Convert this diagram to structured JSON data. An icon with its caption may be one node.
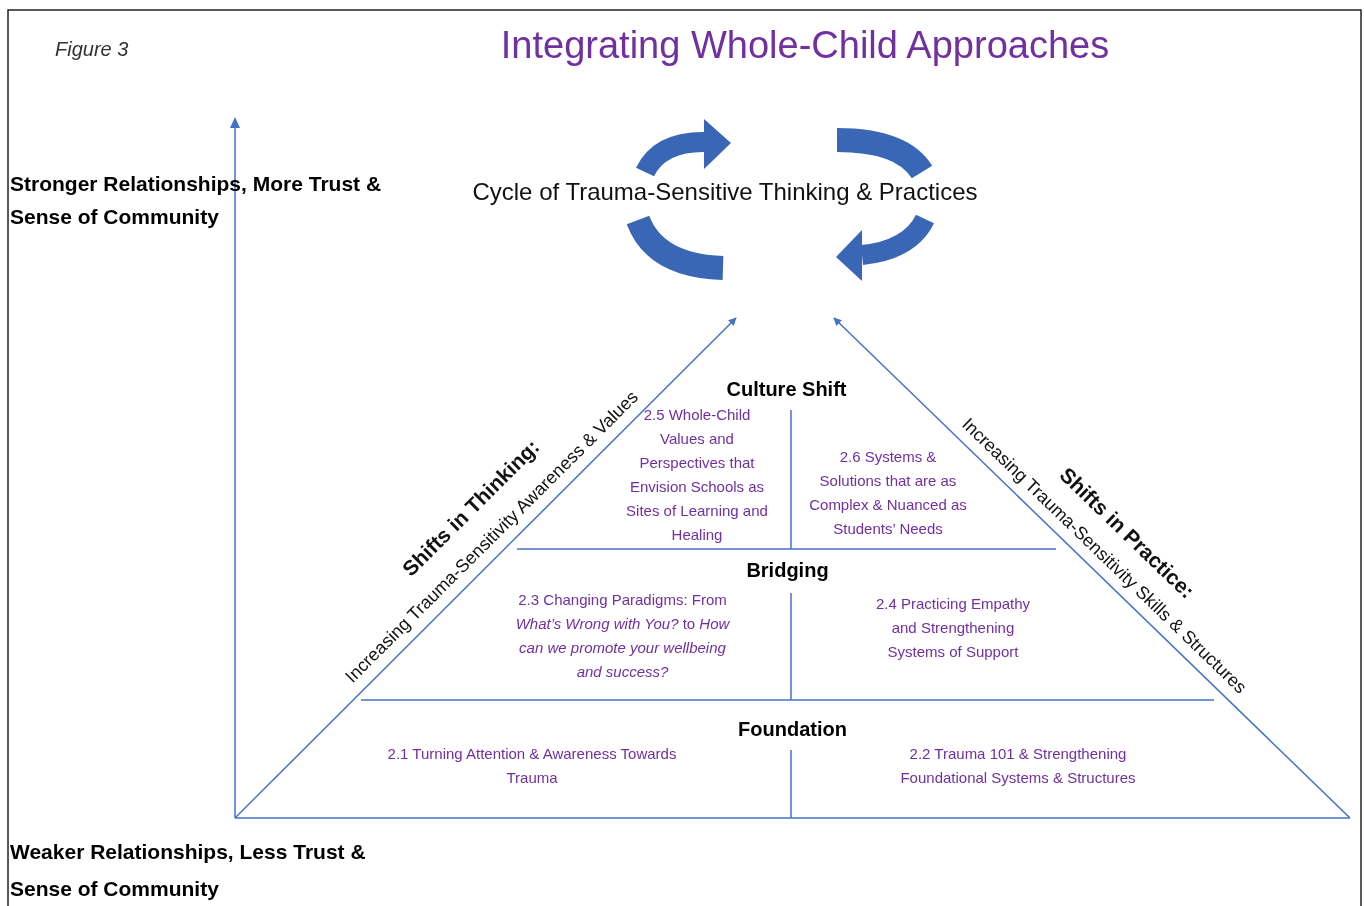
{
  "diagram": {
    "title": "Integrating Whole-Child Approaches",
    "nodes": [
      {
        "text": [
          "Cycle of Trauma-Sensitive Thinking & Practices"
        ]
      },
      {
        "text": [
          "Culture Shift"
        ]
      },
      {
        "text": [
          "2.5 Whole-Child Values and Perspectives that Envision Schools as Sites of Learning and Healing"
        ],
        "in": 1
      },
      {
        "text": [
          "2.6 Systems & Solutions that are as Complex & Nuanced as Students’ Needs"
        ],
        "in": 1
      },
      {
        "text": [
          "Bridging"
        ]
      },
      {
        "text": [
          "2.3 Changing Paradigms: From *What’s Wrong with You?* to *How can we promote your wellbeing and success?*"
        ],
        "in": 4
      },
      {
        "text": [
          "2.4 Practicing Empathy and Strengthening Systems of Support"
        ],
        "in": 4
      },
      {
        "text": [
          "Foundation"
        ]
      },
      {
        "text": [
          "2.1 Turning Attention & Awareness Towards Trauma"
        ],
        "in": 7
      },
      {
        "text": [
          "2.2 Trauma 101 & Strengthening Foundational Systems & Structures"
        ],
        "in": 7
      }
    ],
    "edges": [
      {
        "from": 7,
        "to": 0,
        "arrow": "to"
      },
      {
        "from": 7,
        "to": 0,
        "arrow": "to"
      }
    ],
    "labels": [
      "Figure 3",
      "Stronger Relationships, More Trust & Sense of Community",
      "Shifts in Thinking:",
      "Increasing Trauma-Sensitivity Awareness & Values",
      "Shifts in Practice:",
      "Increasing Trauma-Sensitivity Skills & Structures",
      "Weaker Relationships, Less Trust & Sense of Community"
    ]
  }
}
